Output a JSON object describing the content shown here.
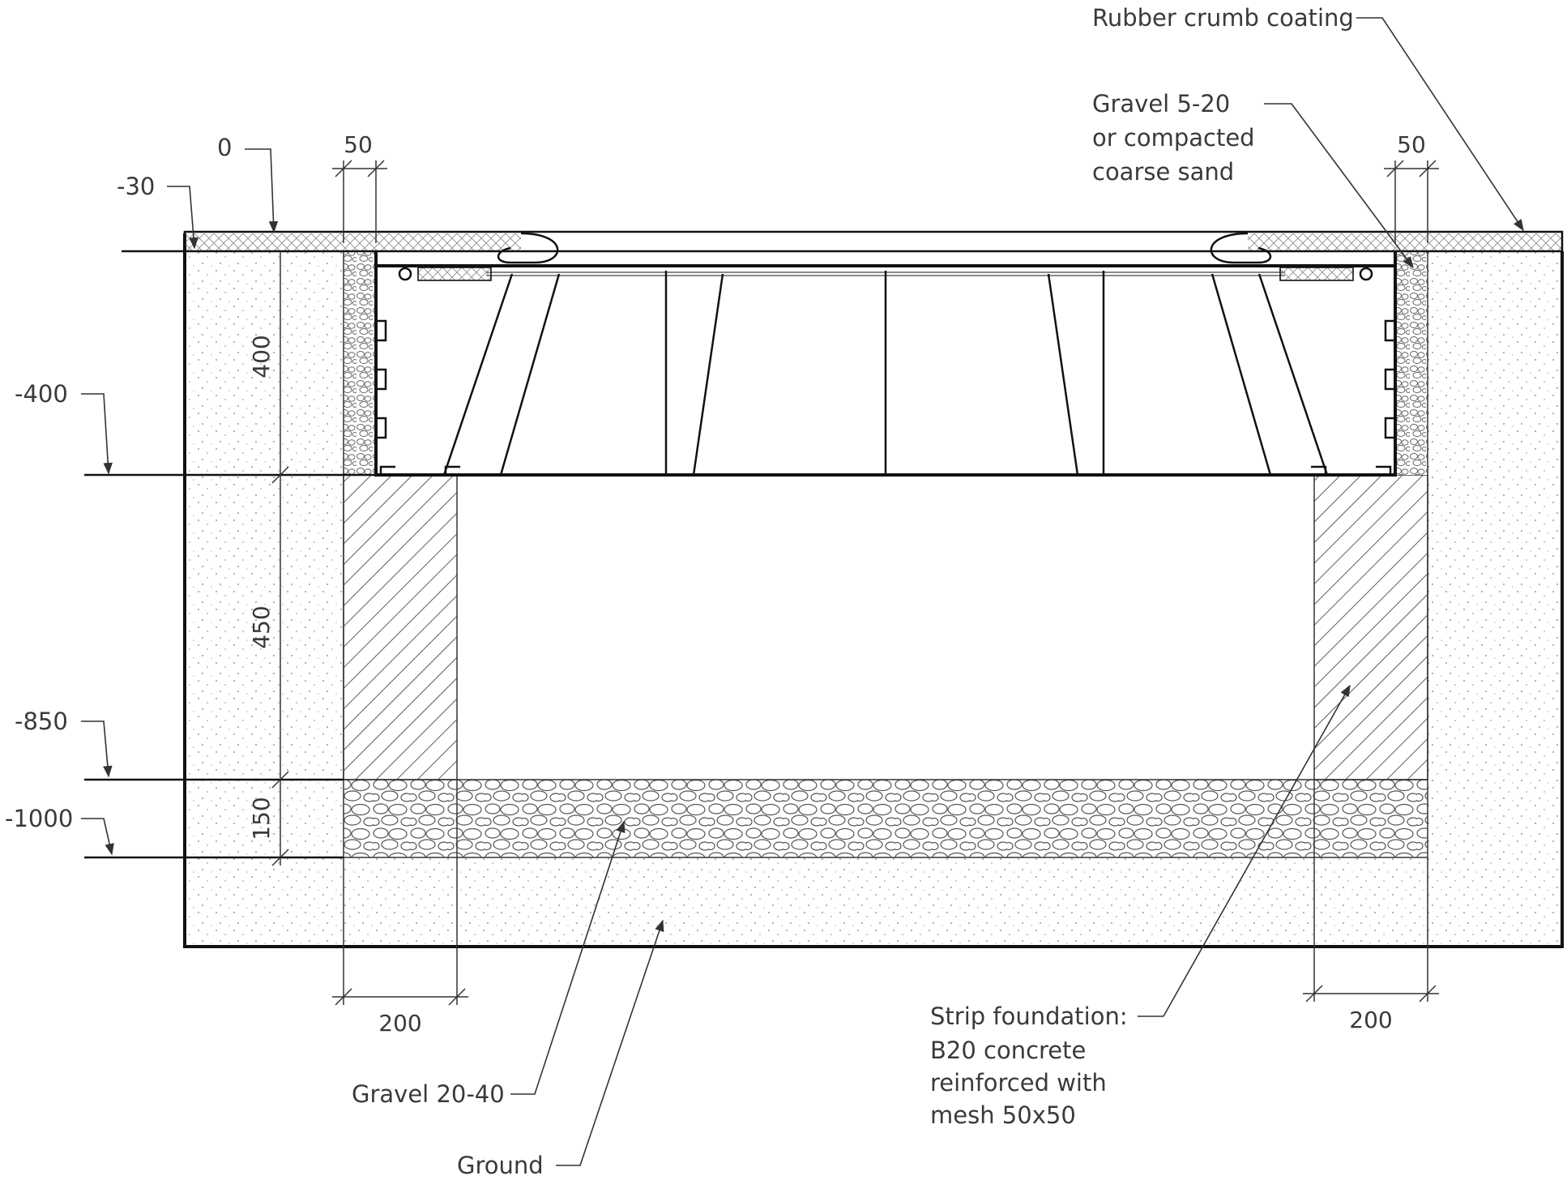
{
  "labels": {
    "rubber_crumb": "Rubber crumb coating",
    "gravel_5_20_line1": "Gravel 5-20",
    "gravel_5_20_line2": "or compacted",
    "gravel_5_20_line3": "coarse sand",
    "strip_line1": "Strip foundation:",
    "strip_line2": "B20 concrete",
    "strip_line3": "reinforced with",
    "strip_line4": "mesh 50x50",
    "gravel_20_40": "Gravel 20-40",
    "ground": "Ground"
  },
  "levels": {
    "zero": "0",
    "minus30": "-30",
    "minus400": "-400",
    "minus850": "-850",
    "minus1000": "-1000"
  },
  "dimensions": {
    "top_left_gap": "50",
    "top_right_gap": "50",
    "depth_400": "400",
    "depth_450": "450",
    "depth_150": "150",
    "bottom_left_width": "200",
    "bottom_right_width": "200"
  },
  "colors": {
    "line": "#111111",
    "text": "#3a3a3a",
    "fill_ground": "#ffffff",
    "dots": "#9a9a9a"
  }
}
